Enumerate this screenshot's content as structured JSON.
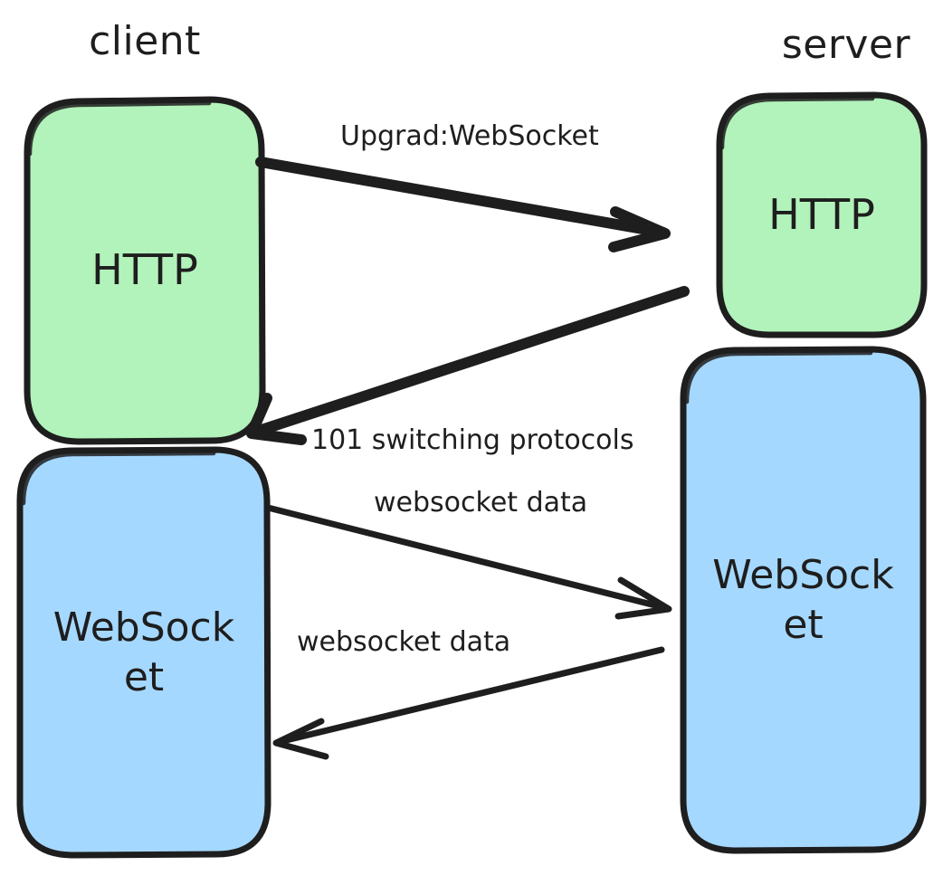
{
  "diagram": {
    "title_alt": "WebSocket upgrade handshake between client and server",
    "type": "sequence-style block diagram",
    "background_color": "#ffffff",
    "stroke_color": "#1e1e1e",
    "columns": [
      {
        "id": "client",
        "label": "client"
      },
      {
        "id": "server",
        "label": "server"
      }
    ],
    "nodes": [
      {
        "id": "client-http",
        "label": "HTTP",
        "column": "client",
        "fill_color": "#b2f2bb",
        "stroke_color": "#1e1e1e"
      },
      {
        "id": "client-websocket",
        "label": "WebSock\net",
        "column": "client",
        "fill_color": "#a5d8ff",
        "stroke_color": "#1e1e1e"
      },
      {
        "id": "server-http",
        "label": "HTTP",
        "column": "server",
        "fill_color": "#b2f2bb",
        "stroke_color": "#1e1e1e"
      },
      {
        "id": "server-websocket",
        "label": "WebSock\net",
        "column": "server",
        "fill_color": "#a5d8ff",
        "stroke_color": "#1e1e1e"
      }
    ],
    "edges": [
      {
        "id": "edge-upgrade",
        "label": "Upgrad:WebSocket",
        "from": "client-http",
        "to": "server-http",
        "direction": "right",
        "weight": "thick"
      },
      {
        "id": "edge-101",
        "label": "101 switching protocols",
        "from": "server-http",
        "to": "client-http",
        "direction": "left",
        "weight": "thick"
      },
      {
        "id": "edge-ws-data-out",
        "label": "websocket data",
        "from": "client-websocket",
        "to": "server-websocket",
        "direction": "right",
        "weight": "thin"
      },
      {
        "id": "edge-ws-data-in",
        "label": "websocket data",
        "from": "server-websocket",
        "to": "client-websocket",
        "direction": "left",
        "weight": "thin"
      }
    ]
  }
}
